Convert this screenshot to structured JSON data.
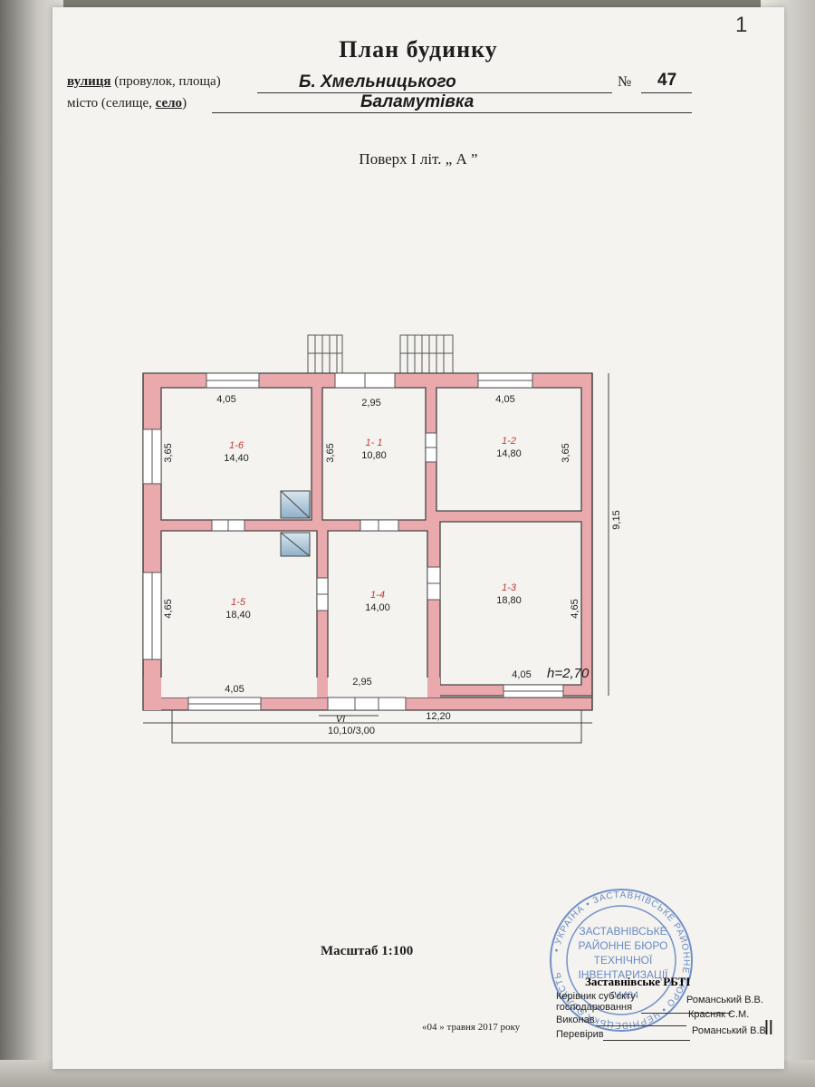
{
  "page_number": "1",
  "title": "План будинку",
  "address": {
    "street_label_prefix": "вулиця",
    "street_label_rest": " (провулок, площа)",
    "street_value": "Б. Хмельницького",
    "number_label": "№",
    "number_value": "47",
    "city_label_prefix": "місто (селище, ",
    "city_label_selected": "село",
    "city_label_suffix": ")",
    "city_value": "Баламутівка"
  },
  "floor_label": "Поверх  І    літ. „ А ”",
  "plan": {
    "rooms": [
      {
        "id": "1-6",
        "area": "14,40"
      },
      {
        "id": "1- 1",
        "area": "10,80"
      },
      {
        "id": "1-2",
        "area": "14,80"
      },
      {
        "id": "1-5",
        "area": "18,40"
      },
      {
        "id": "1-4",
        "area": "14,00"
      },
      {
        "id": "1-3",
        "area": "18,80"
      }
    ],
    "dimensions": {
      "top_left": "4,05",
      "top_mid": "2,95",
      "top_right": "4,05",
      "left_upper": "3,65",
      "left_lower": "4,65",
      "mid_left_upper": "3,65",
      "right_upper": "3,65",
      "right_lower": "4,65",
      "total_height": "9,15",
      "bottom_left": "4,05",
      "bottom_mid": "2,95",
      "bottom_right": "4,05",
      "total_width": "12,20",
      "ceiling_height": "h=2,70"
    },
    "porch_label": "VI",
    "porch_dims": "10,10/3,00"
  },
  "scale": "Масштаб 1:100",
  "date": "«04   » травня   2017 року",
  "stamp": {
    "ring_text": "• УКРАЇНА • ЗАСТАВНІВСЬКЕ РАЙОННЕ БЮРО • ЧЕРНІВЕЦЬКА ОБЛАСТЬ",
    "inner_lines": [
      "ЗАСТАВНІВСЬКЕ",
      "РАЙОННЕ БЮРО",
      "ТЕХНІЧНОЇ",
      "ІНВЕНТАРИЗАЦІЇ"
    ],
    "code": "04404"
  },
  "signatures": {
    "org": "Заставнівське РБТІ",
    "manager_label_1": "Керівник суб'єкту",
    "manager_label_2": "господарювання",
    "manager_name": "Романський В.В.",
    "executor_label": "Виконав",
    "executor_name": "Красняк С.М.",
    "checker_label": "Перевірив",
    "checker_name": "Романський В.В"
  },
  "corner_mark": "ll",
  "colors": {
    "wall_fill": "#e9a9ad",
    "wall_stroke": "#444444",
    "stamp_blue": "#5a7fc2"
  }
}
